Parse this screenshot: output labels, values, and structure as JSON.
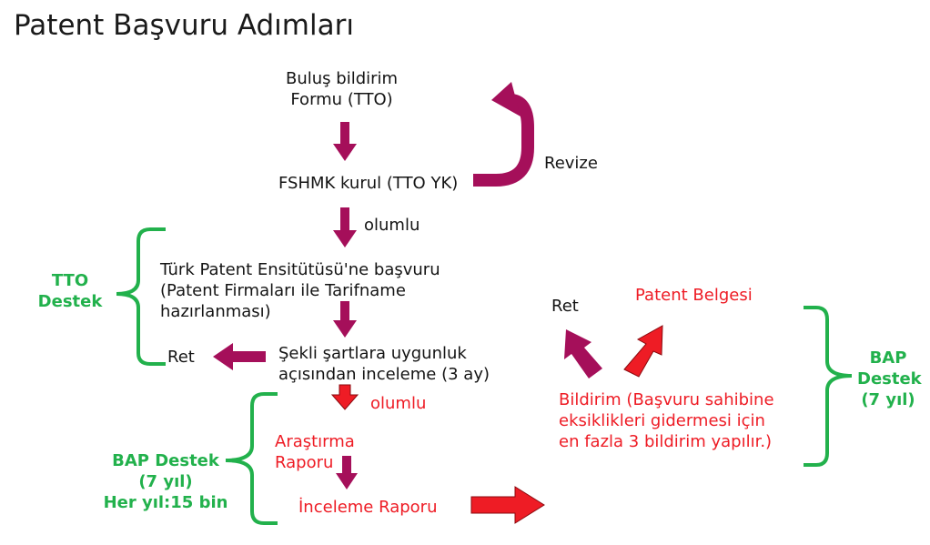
{
  "title": "Patent Başvuru Adımları",
  "steps": {
    "bulus": "Buluş bildirim\nFormu (TTO)",
    "fshmk": "FSHMK kurul (TTO YK)",
    "revize": "Revize",
    "olumlu1": "olumlu",
    "turk_patent": "Türk Patent Ensitütüsü'ne başvuru\n(Patent Firmaları ile Tarifname\nhazırlanması)",
    "sekli": "Şekli şartlara uygunluk\naçısından inceleme (3 ay)",
    "ret_left": "Ret",
    "olumlu2": "olumlu",
    "arastirma": "Araştırma\nRaporu",
    "inceleme": "İnceleme Raporu",
    "ret_right": "Ret",
    "patent_belgesi": "Patent Belgesi",
    "bildirim": "Bildirim (Başvuru sahibine\neksiklikleri gidermesi için\nen fazla 3 bildirim yapılır.)"
  },
  "support": {
    "tto": "TTO\nDestek",
    "bap_left": "BAP Destek\n(7 yıl)\nHer yıl:15 bin",
    "bap_right": "BAP\nDestek\n(7 yıl)"
  },
  "colors": {
    "maroon": "#a50f5a",
    "red": "#ee1c25",
    "green": "#22b14c",
    "text": "#141414"
  }
}
